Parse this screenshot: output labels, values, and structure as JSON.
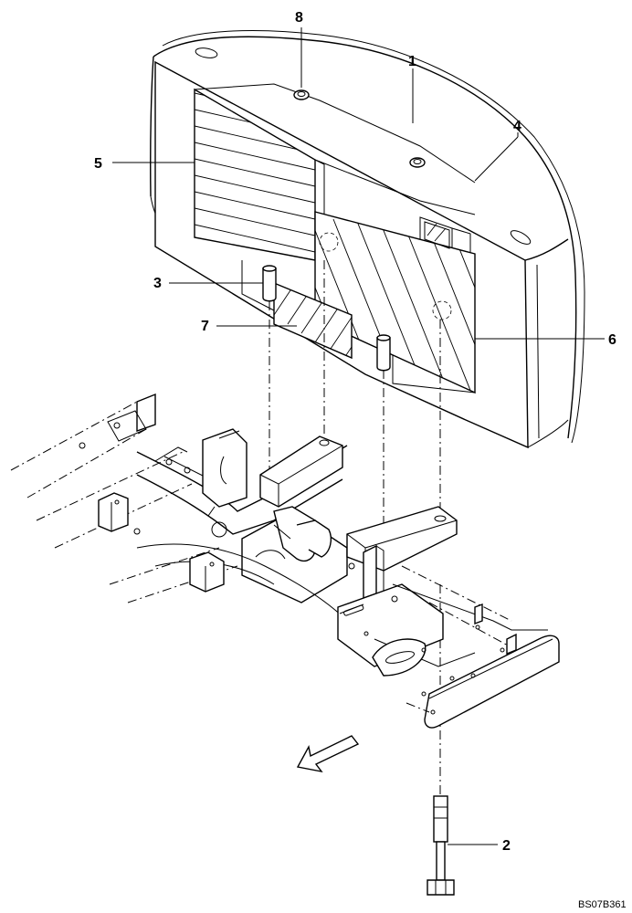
{
  "callouts": [
    {
      "id": "1",
      "label": "1"
    },
    {
      "id": "2",
      "label": "2"
    },
    {
      "id": "3",
      "label": "3"
    },
    {
      "id": "4",
      "label": "4"
    },
    {
      "id": "5",
      "label": "5"
    },
    {
      "id": "6",
      "label": "6"
    },
    {
      "id": "7",
      "label": "7"
    },
    {
      "id": "8",
      "label": "8"
    }
  ],
  "drawing_code": "BS07B361"
}
